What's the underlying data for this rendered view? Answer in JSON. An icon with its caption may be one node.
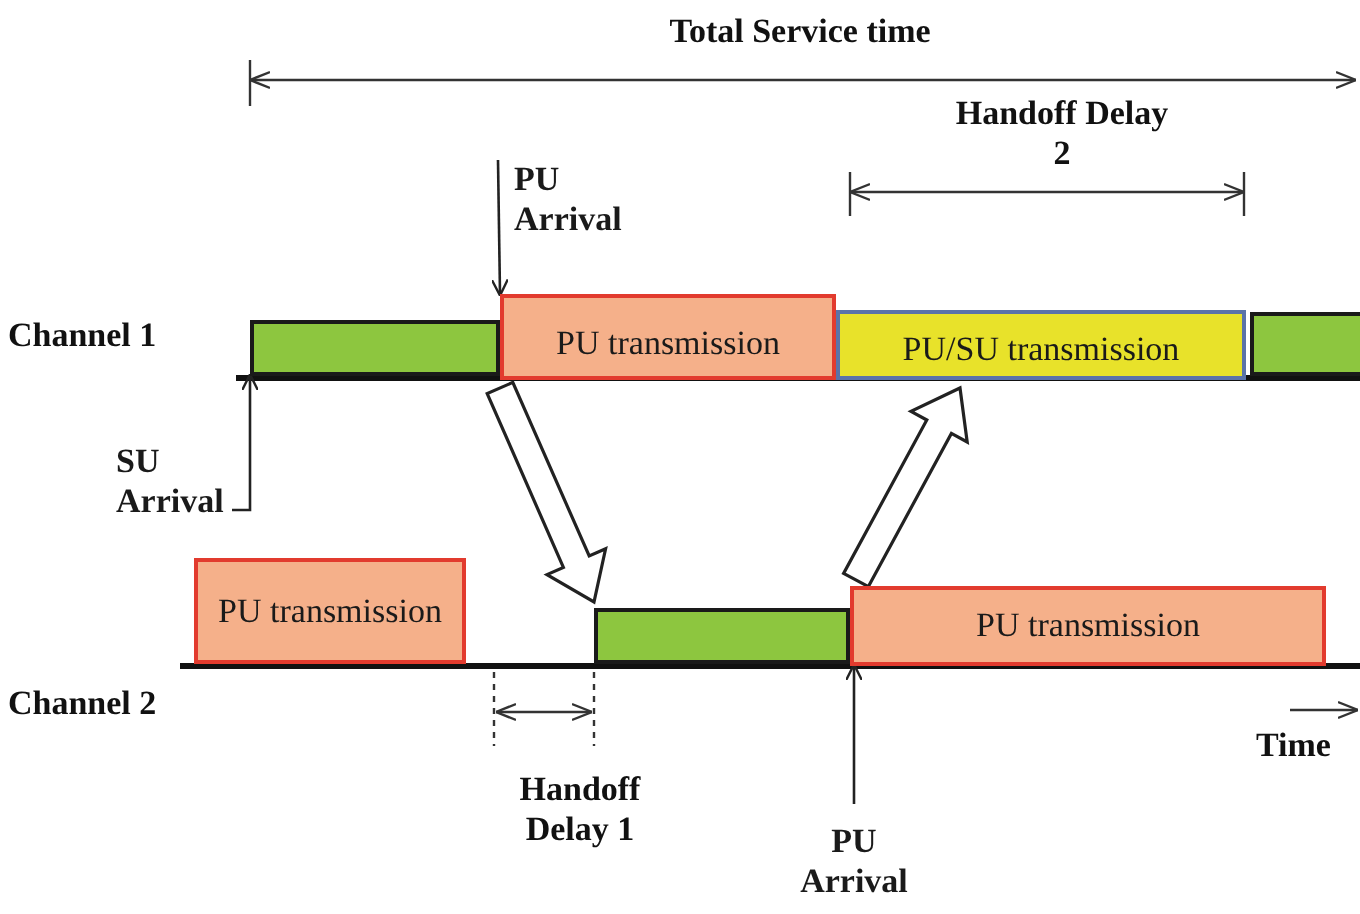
{
  "diagram": {
    "nodes": [
      {
        "text": [],
        "shape": "bar"
      },
      {
        "text": [
          "PU transmission"
        ]
      },
      {
        "text": [
          "PU/SU transmission"
        ]
      },
      {
        "text": [],
        "shape": "bar"
      },
      {
        "text": [
          "PU transmission"
        ]
      },
      {
        "text": [],
        "shape": "bar"
      },
      {
        "text": [
          "PU transmission"
        ]
      },
      {
        "text": [
          "PU Arrival"
        ]
      },
      {
        "text": [
          "SU Arrival"
        ]
      },
      {
        "text": [
          "PU Arrival"
        ]
      }
    ],
    "edges": [
      {
        "from": 7,
        "to": 1,
        "arrow": "to"
      },
      {
        "from": 8,
        "to": 0,
        "arrow": "to"
      },
      {
        "from": 9,
        "to": 6,
        "arrow": "to"
      },
      {
        "from": 1,
        "to": 5,
        "arrow": "to",
        "style": "thick"
      },
      {
        "from": 6,
        "to": 2,
        "arrow": "to",
        "style": "thick"
      }
    ],
    "labels": [
      "Total Service time",
      "Handoff Delay 2",
      "Channel 1",
      "Channel 2",
      "Handoff Delay 1",
      "Time"
    ]
  }
}
